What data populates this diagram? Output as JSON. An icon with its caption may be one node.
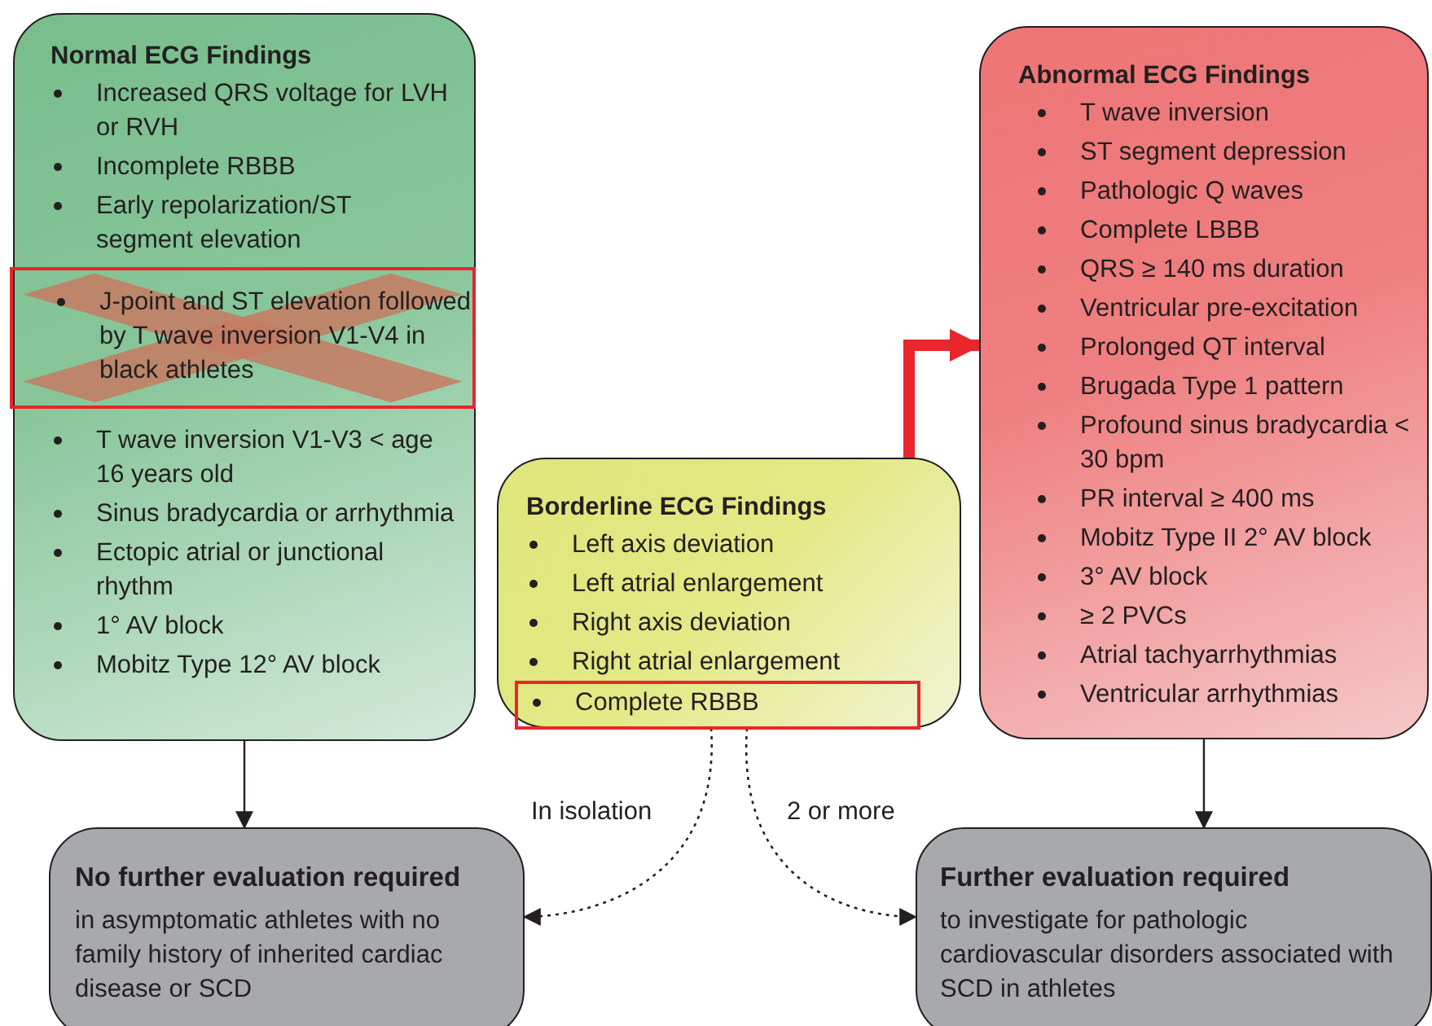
{
  "diagram": {
    "nodes": [
      {
        "text": [
          "Normal ECG Findings",
          "Increased QRS voltage for LVH or RVH",
          "Incomplete RBBB",
          "Early repolarization/ST segment elevation",
          "T wave inversion V1-V3 < age 16 years old",
          "Sinus bradycardia or arrhythmia",
          "Ectopic atrial or junctional rhythm",
          "1° AV block",
          "Mobitz Type 12° AV block"
        ]
      },
      {
        "text": [
          "J-point and ST elevation followed by T wave inversion V1-V4 in black athletes"
        ],
        "in": 0
      },
      {
        "text": [
          "Borderline ECG Findings",
          "Left axis deviation",
          "Left atrial enlargement",
          "Right axis deviation",
          "Right atrial enlargement"
        ]
      },
      {
        "text": [
          "Complete RBBB"
        ],
        "in": 2
      },
      {
        "text": [
          "Abnormal ECG Findings",
          "T wave inversion",
          "ST segment depression",
          "Pathologic Q waves",
          "Complete LBBB",
          "QRS ≥ 140 ms duration",
          "Ventricular pre-excitation",
          "Prolonged QT interval",
          "Brugada Type 1 pattern",
          "Profound sinus bradycardia < 30 bpm",
          "PR interval ≥ 400 ms",
          "Mobitz Type II 2° AV block",
          "3° AV block",
          "≥ 2 PVCs",
          "Atrial tachyarrhythmias",
          "Ventricular arrhythmias"
        ]
      },
      {
        "text": [
          "No further evaluation required",
          "in asymptomatic athletes with no family history of inherited cardiac disease or SCD"
        ]
      },
      {
        "text": [
          "Further evaluation required",
          "to investigate for pathologic cardiovascular disorders associated with SCD in athletes"
        ]
      }
    ],
    "edges": [
      {
        "from": 0,
        "to": 5,
        "arrow": "to"
      },
      {
        "from": 4,
        "to": 6,
        "arrow": "to"
      },
      {
        "from": 2,
        "to": 5,
        "arrow": "to",
        "label": "In isolation",
        "style": "dashed"
      },
      {
        "from": 2,
        "to": 6,
        "arrow": "to",
        "label": "2 or more",
        "style": "dashed"
      },
      {
        "from": 3,
        "to": 4,
        "arrow": "to",
        "style": "thick",
        "color": "#e8262b"
      }
    ]
  }
}
